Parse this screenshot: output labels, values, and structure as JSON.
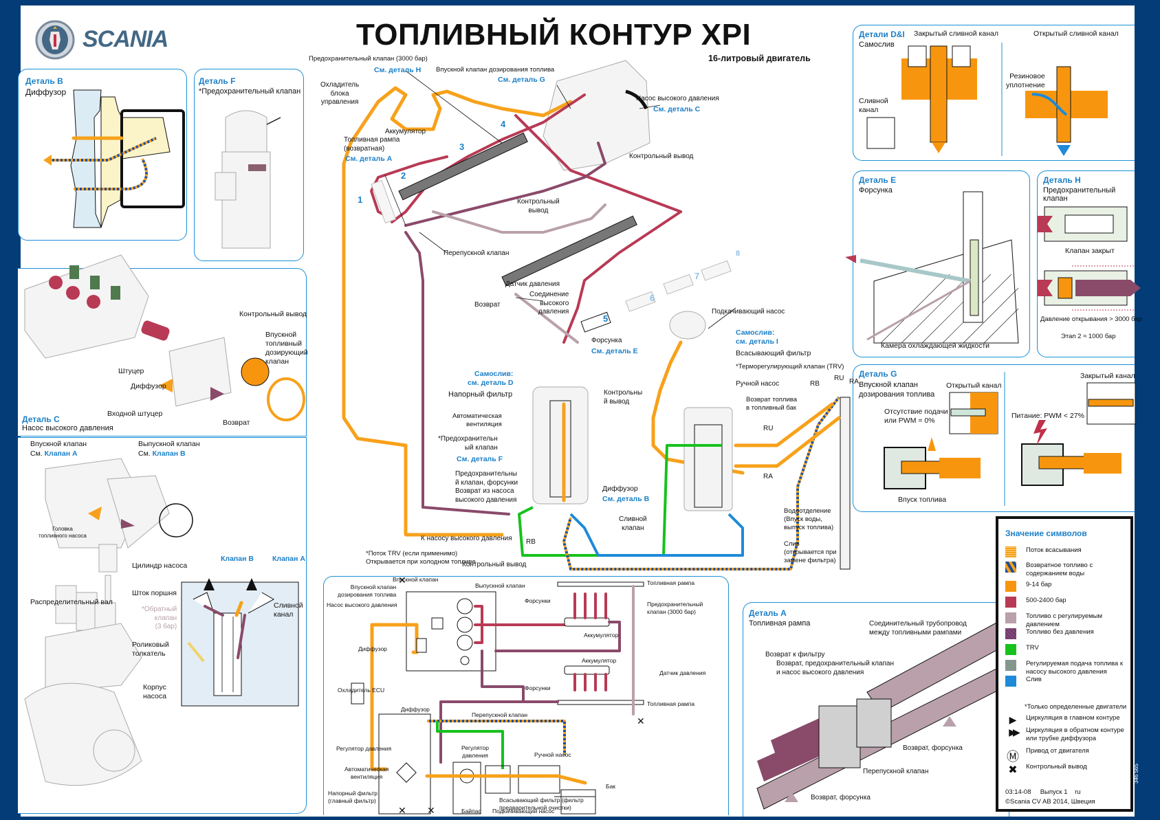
{
  "header": {
    "brand": "SCANIA",
    "title": "ТОПЛИВНЫЙ КОНТУР XPI",
    "subtitle": "16-литровый двигатель"
  },
  "colors": {
    "suction_flow": "#f7a11a",
    "return_with_water_a": "#1e4e9a",
    "return_with_water_b": "#f7a11a",
    "p_9_14_bar": "#f7960e",
    "p_500_2400_bar": "#b83a55",
    "regulated_pressure": "#b9a0aa",
    "no_pressure": "#8a4a6a",
    "trv": "#16c21c",
    "regulated_supply_hp": "#6aa56a",
    "drain": "#1e8ad8",
    "accent_blue": "#1b7fc7",
    "background": "#043c78"
  },
  "detail_b": {
    "title": "Деталь B",
    "subtitle": "Диффузор"
  },
  "detail_f": {
    "title": "Деталь F",
    "subtitle": "*Предохранительный клапан"
  },
  "detail_c": {
    "title": "Деталь C",
    "subtitle": "Насос высокого давления",
    "labels": {
      "control_outlet": "Контрольный вывод",
      "inlet_metering_valve": "Впускной\nтопливный\nдозирующий\nклапан",
      "fitting": "Штуцер",
      "diffuser": "Диффузор",
      "inlet_fitting": "Входной штуцер",
      "return": "Возврат"
    }
  },
  "pump_exploded": {
    "inlet_valve": "Впускной клапан",
    "inlet_valve_see": "См.",
    "inlet_valve_ref": "Клапан A",
    "outlet_valve": "Выпускной клапан",
    "outlet_valve_see": "См.",
    "outlet_valve_ref": "Клапан B",
    "pump_head": "Головка\nтопливного насоса",
    "pump_cylinder": "Цилиндр насоса",
    "piston_rod": "Шток поршня",
    "camshaft": "Распределительный вал",
    "roller_tappet": "Роликовый\nтолкатель",
    "pump_housing": "Корпус\nнасоса",
    "valve_b": "Клапан B",
    "valve_a": "Клапан A",
    "check_valve": "*Обратный\nклапан\n(3 бар)",
    "drain_channel": "Сливной\nканал"
  },
  "detail_di": {
    "title": "Детали D&I",
    "subtitle": "Самослив",
    "closed": "Закрытый сливной канал",
    "open": "Открытый сливной канал",
    "rubber_seal": "Резиновое\nуплотнение",
    "drain_channel": "Сливной\nканал"
  },
  "detail_e": {
    "title": "Деталь E",
    "subtitle": "Форсунка",
    "coolant_chamber": "Камера охлаждающей жидкости"
  },
  "detail_h": {
    "title": "Деталь H",
    "subtitle": "Предохранительный клапан",
    "closed": "Клапан закрыт",
    "opening_pressure": "Давление открывания > 3000 бар",
    "stage2": "Этап 2 ≈ 1000 бар"
  },
  "detail_g": {
    "title": "Деталь G",
    "subtitle": "Впускной клапан\nдозирования топлива",
    "open_channel": "Открытый канал",
    "closed_channel": "Закрытый канал",
    "no_supply": "Отсутствие подачи\nили PWM = 0%",
    "supply": "Питание: PWM < 27%",
    "fuel_inlet": "Впуск топлива"
  },
  "main": {
    "relief_valve_3000": "Предохранительный клапан (3000 бар)",
    "see_h": "См. деталь H",
    "metering_valve": "Впускной клапан дозирования топлива",
    "see_g": "См. деталь G",
    "ecu_cooler": "Охладитель\nблока\nуправления",
    "accumulator": "Аккумулятор",
    "return_rail": "Топливная рампа\n(возвратная)",
    "see_a": "См. деталь A",
    "hp_pump": "Насос высокого давления",
    "see_c": "См. деталь C",
    "control_outlet_1": "Контрольный вывод",
    "control_outlet_2": "Контрольный\nвывод",
    "bypass_valve": "Перепускной клапан",
    "pressure_sensor": "Датчик давления",
    "hp_connection": "Соединение\nвысокого\nдавления",
    "return": "Возврат",
    "injector": "Форсунка",
    "see_e": "См. деталь E",
    "feed_pump": "Подкачивающий насос",
    "self_drain_i": "Самослив:\nсм. деталь I",
    "suction_filter": "Всасывающий фильтр",
    "trv": "*Терморегулирующий клапан (TRV)",
    "hand_pump": "Ручной насос",
    "return_to_tank": "Возврат топлива\nв топливный бак",
    "self_drain_d": "Самослив:\nсм. деталь D",
    "pressure_filter": "Напорный фильтр",
    "control_outlet_3": "Контрольны\nй вывод",
    "auto_vent": "Автоматическая\nвентиляция",
    "relief_valve_f": "*Предохранительн\nый клапан",
    "see_f": "См. деталь F",
    "relief_injectors": "Предохранительны\nй клапан, форсунки\nВозврат из насоса\nвысокого давления",
    "diffuser": "Диффузор",
    "see_b": "См. деталь B",
    "drain_valve": "Сливной\nклапан",
    "to_hp_pump": "К насосу высокого давления",
    "trv_flow": "*Поток TRV (если применимо)\nОткрывается при холодном топливе",
    "control_outlet_4": "Контрольный вывод",
    "water_sep": "Водоотделение\n(Впуск воды,\nвыпуск топлива)",
    "drain": "Слив\n(открывается при\nзамене фильтра)",
    "rb": "RB",
    "ru": "RU",
    "ra": "RA",
    "cylinders": [
      "1",
      "2",
      "3",
      "4",
      "5",
      "6",
      "7",
      "8"
    ]
  },
  "schematic": {
    "inlet_valve": "Впускной клапан",
    "outlet_valve": "Выпускной клапан",
    "metering_valve": "Впускной клапан\nдозирования топлива",
    "hp_pump": "Насос высокого давления",
    "diffuser_1": "Диффузор",
    "ecu_cooler": "Охладитель ECU",
    "diffuser_2": "Диффузор",
    "pressure_reg_1": "Регулятор давления",
    "auto_vent": "Автоматическая\nвентиляция",
    "pressure_filter": "Напорный фильтр\n(главный фильтр)",
    "fuel_rail_top": "Топливная рампа",
    "injectors_top": "Форсунки",
    "relief_valve": "Предохранительный\nклапан (3000 бар)",
    "accumulator_1": "Аккумулятор",
    "accumulator_2": "Аккумулятор",
    "pressure_sensor": "Датчик давления",
    "injectors_bottom": "Форсунки",
    "fuel_rail_bottom": "Топливная рампа",
    "bypass_valve": "Перепускной клапан",
    "pressure_reg_2": "Регулятор\nдавления",
    "hand_pump": "Ручной насос",
    "tank": "Бак",
    "suction_filter": "Всасывающий фильтр (фильтр\nпредварительной очистки)",
    "bypass": "Байпас",
    "feed_pump": "Подкачивающий насос"
  },
  "detail_a": {
    "title": "Деталь A",
    "subtitle": "Топливная рампа",
    "connecting_pipe": "Соединительный трубопровод\nмежду топливными рампами",
    "return_to_filter": "Возврат к фильтру",
    "return_relief_hp": "Возврат, предохранительный клапан\nи насос высокого давления",
    "return_injector_1": "Возврат, форсунка",
    "bypass_valve": "Перепускной клапан",
    "return_injector_2": "Возврат, форсунка"
  },
  "legend": {
    "title": "Значение символов",
    "items": [
      {
        "label": "Поток всасывания",
        "swatch": "suction"
      },
      {
        "label": "Возвратное топливо с содержанием воды",
        "swatch": "water"
      },
      {
        "label": "9-14 бар",
        "swatch": "low"
      },
      {
        "label": "500-2400 бар",
        "swatch": "high"
      },
      {
        "label": "Топливо с регулируемым давлением",
        "swatch": "regulated"
      },
      {
        "label": "Топливо без давления",
        "swatch": "nopressure"
      },
      {
        "label": "TRV",
        "swatch": "trv"
      },
      {
        "label": "Регулируемая подача топлива к насосу высокого давления",
        "swatch": "regsupply"
      },
      {
        "label": "Слив",
        "swatch": "drain"
      }
    ],
    "note": "*Только определенные двигатели",
    "symbols": [
      {
        "icon": "arrow-single",
        "glyph": "▶",
        "label": "Циркуляция в главном контуре"
      },
      {
        "icon": "arrow-double",
        "glyph": "▶▶",
        "label": "Циркуляция в обратном контуре или трубке диффузора"
      },
      {
        "icon": "motor-drive",
        "glyph": "Ⓜ",
        "label": "Привод от двигателя"
      },
      {
        "icon": "test-point",
        "glyph": "✖",
        "label": "Контрольный вывод"
      }
    ],
    "footer_code": "03:14-08",
    "footer_issue": "Выпуск 1",
    "footer_lang": "ru",
    "copyright": "©Scania CV AB 2014, Швеция"
  },
  "doc_number": "346 565"
}
